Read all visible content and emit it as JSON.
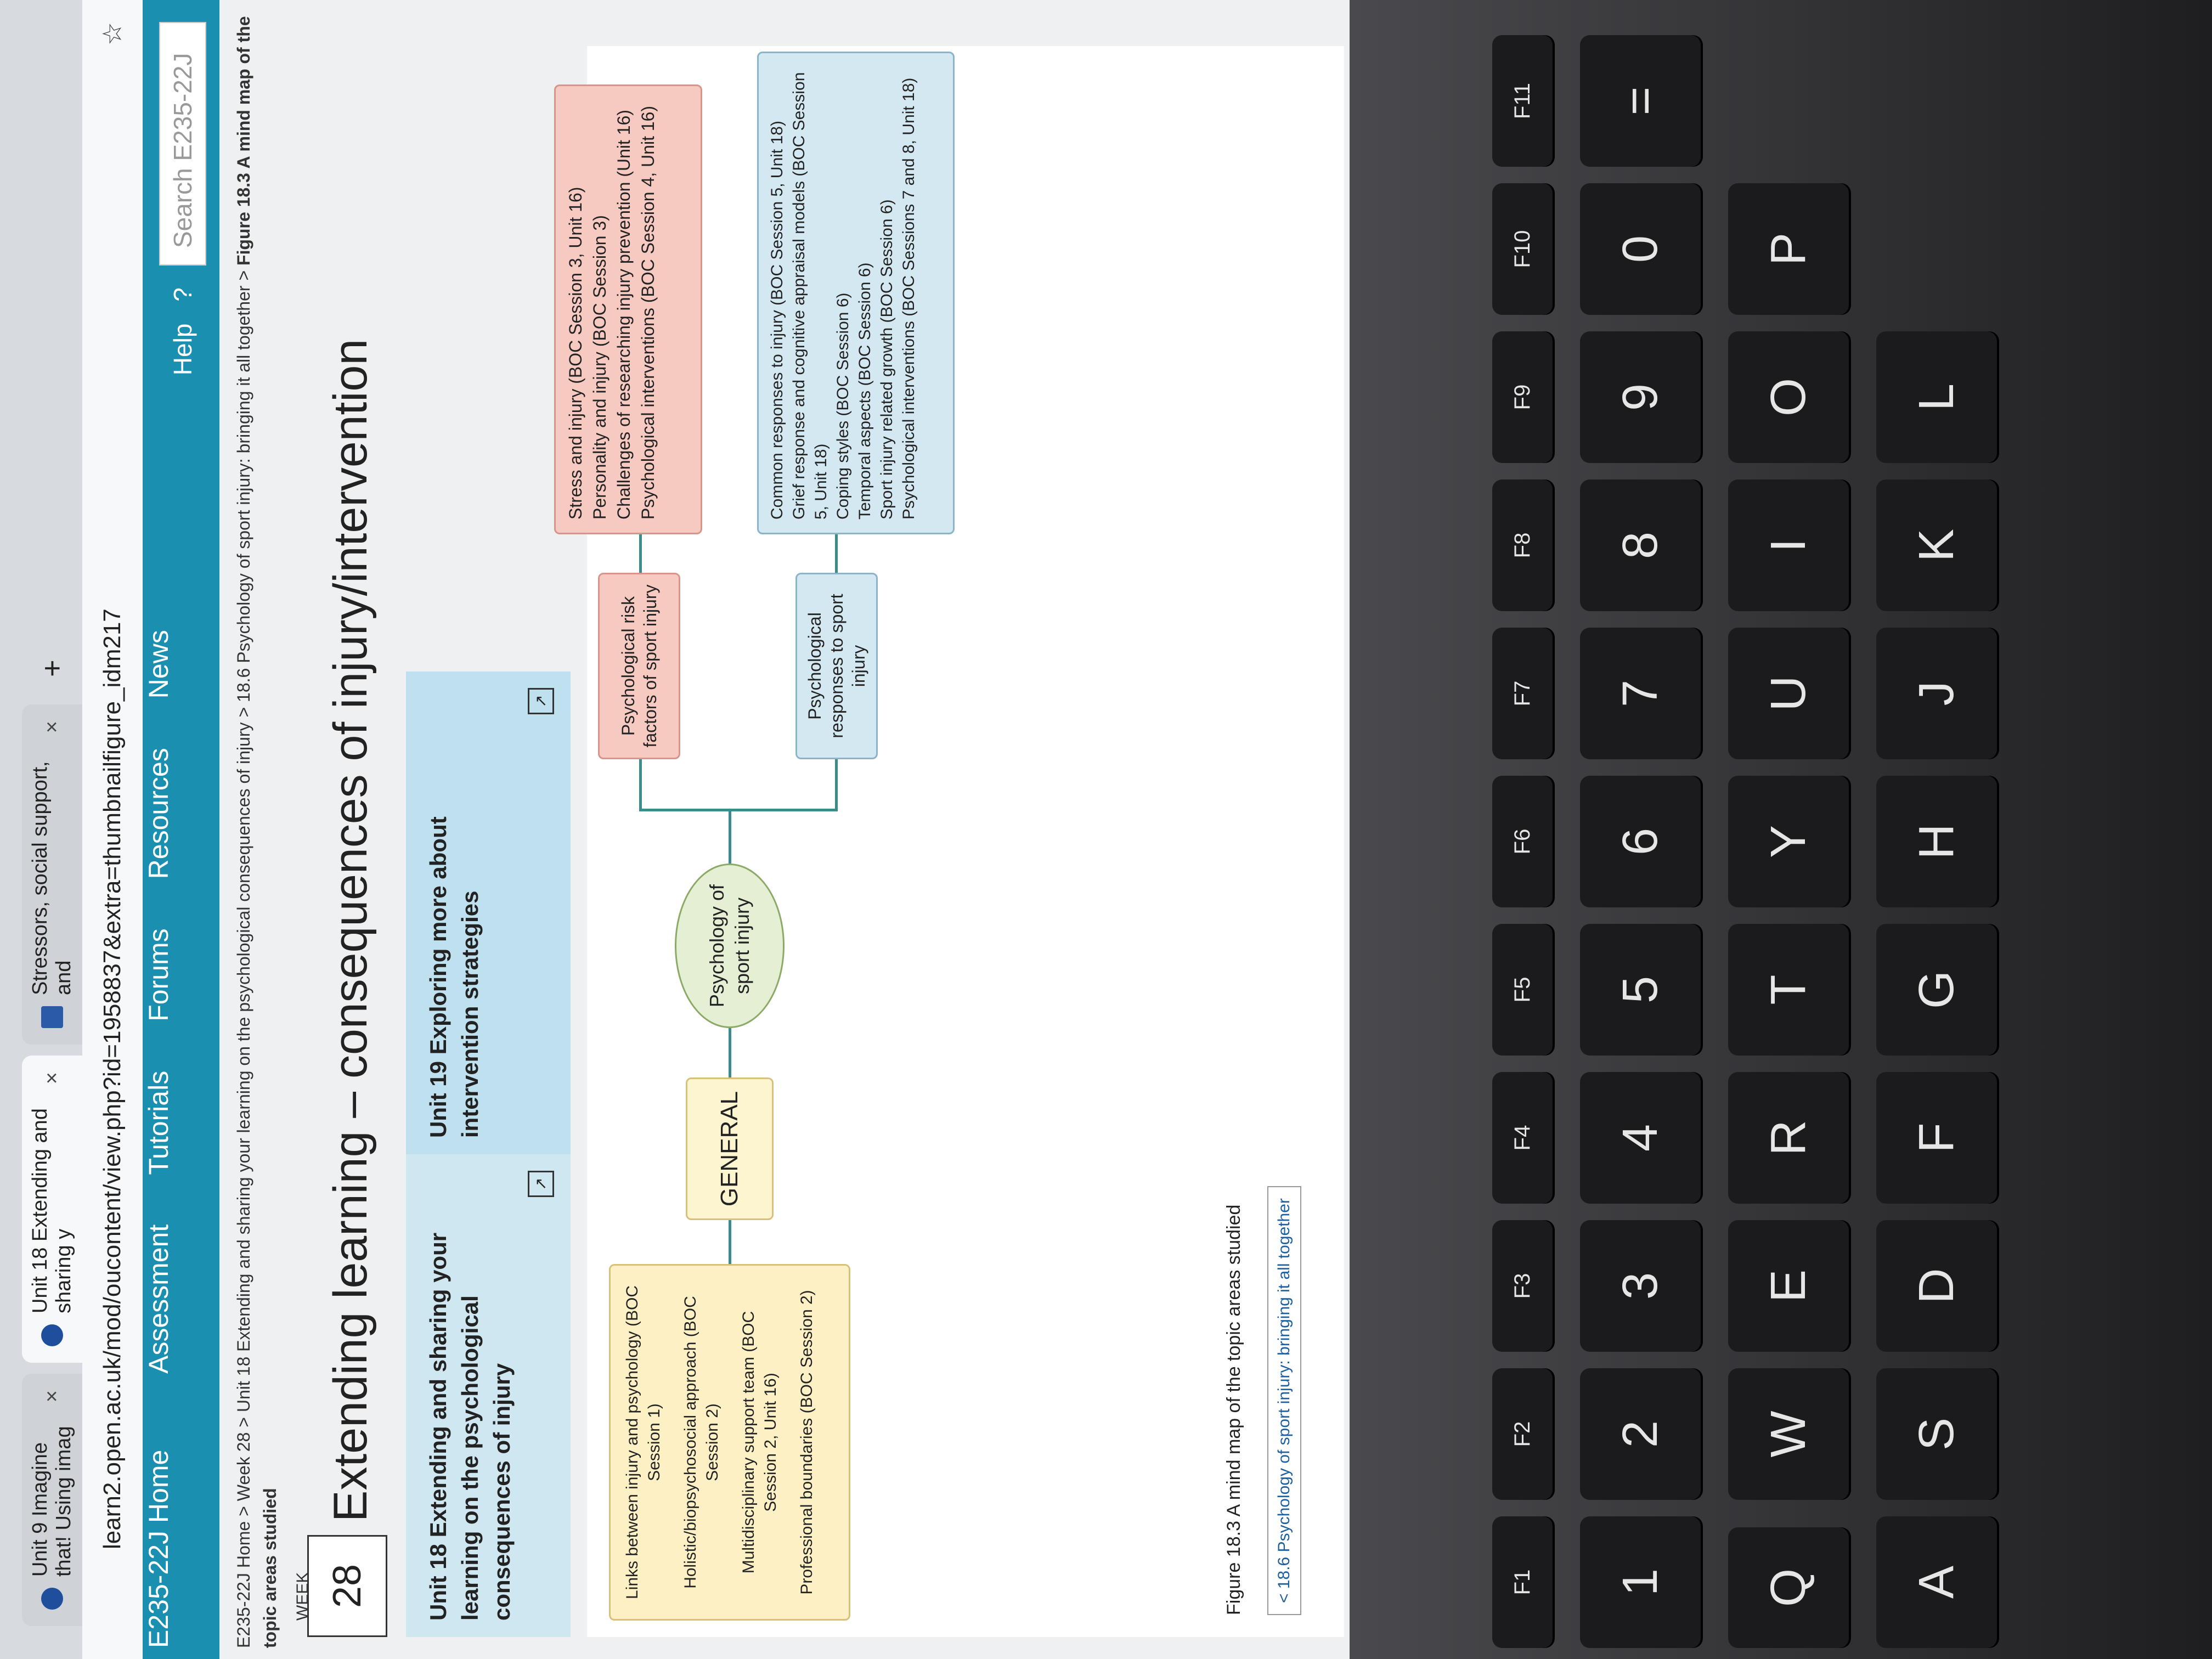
{
  "browser": {
    "tabs": [
      {
        "label": "Unit 9 Imagine that! Using imag",
        "active": false
      },
      {
        "label": "Unit 18 Extending and sharing y",
        "active": true
      },
      {
        "label": "Stressors, social support, and",
        "active": false
      }
    ],
    "new_tab": "+",
    "close": "×",
    "url": "learn2.open.ac.uk/mod/oucontent/view.php?id=1958837&extra=thumbnailfigure_idm217"
  },
  "site_nav": {
    "brand": "E235-22J Home",
    "links": [
      "Assessment",
      "Tutorials",
      "Forums",
      "Resources",
      "News"
    ],
    "help": "Help",
    "search_placeholder": "Search E235-22J"
  },
  "breadcrumb": {
    "items": [
      "E235-22J Home",
      "Week 28",
      "Unit 18 Extending and sharing your learning on the psychological consequences of injury",
      "18.6 Psychology of sport injury: bringing it all together"
    ],
    "current": "Figure 18.3 A mind map of the topic areas studied",
    "separator": ">"
  },
  "week": {
    "label": "WEEK",
    "number": "28"
  },
  "page_title": "Extending learning – consequences of injury/intervention",
  "unit_cards": [
    {
      "title": "Unit 18 Extending and sharing your learning on the psychological consequences of injury"
    },
    {
      "title": "Unit 19 Exploring more about intervention strategies"
    }
  ],
  "mind_map": {
    "left_items": [
      "Links between injury and psychology (BOC Session 1)",
      "Holistic/biopsychosocial approach (BOC Session 2)",
      "Multidisciplinary support team (BOC Session 2, Unit 16)",
      "Professional boundaries (BOC Session 2)"
    ],
    "general": "GENERAL",
    "center": "Psychology of sport injury",
    "risk": "Psychological risk factors of sport injury",
    "responses": "Psychological responses to sport injury",
    "risk_details": [
      "Stress and injury (BOC Session 3, Unit 16)",
      "Personality and injury (BOC Session 3)",
      "Challenges of researching injury prevention (Unit 16)",
      "Psychological interventions (BOC Session 4, Unit 16)"
    ],
    "response_details": [
      "Common responses to injury (BOC Session 5, Unit 18)",
      "Grief response and cognitive appraisal models (BOC Session 5, Unit 18)",
      "Coping styles (BOC Session 6)",
      "Temporal aspects (BOC Session 6)",
      "Sport injury related growth (BOC Session 6)",
      "Psychological interventions (BOC Sessions 7 and 8, Unit 18)"
    ]
  },
  "caption": "Figure 18.3 A mind map of the topic areas studied",
  "prev_link": "< 18.6 Psychology of sport injury: bringing it all together",
  "keyboard": {
    "fn_row": [
      "F1",
      "F2",
      "F3",
      "F4",
      "F5",
      "F6",
      "F7",
      "F8",
      "F9",
      "F10",
      "F11"
    ],
    "num_row": [
      "1",
      "2",
      "3",
      "4",
      "5",
      "6",
      "7",
      "8",
      "9",
      "0",
      "="
    ],
    "row_q": [
      "Q",
      "W",
      "E",
      "R",
      "T",
      "Y",
      "U",
      "I",
      "O",
      "P"
    ],
    "row_a": [
      "A",
      "S",
      "D",
      "F",
      "G",
      "H",
      "J",
      "K",
      "L"
    ]
  }
}
